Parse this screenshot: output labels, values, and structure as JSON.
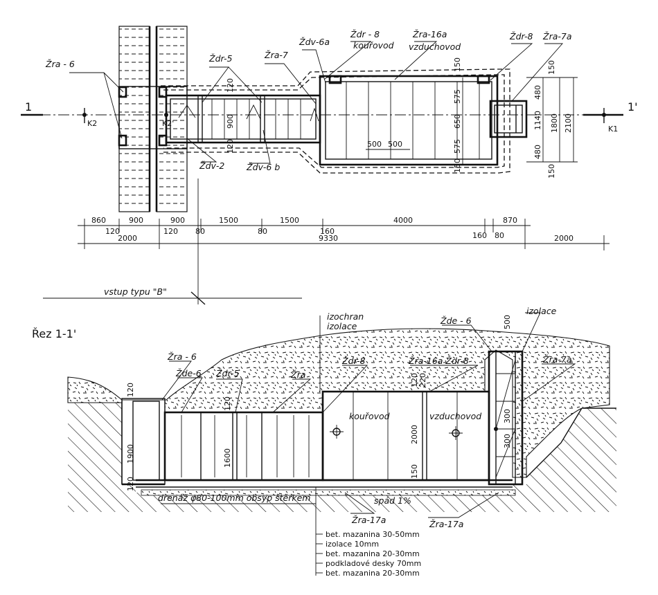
{
  "plan": {
    "section_marker_left": "1",
    "section_marker_right": "1'",
    "point_k1": "K1",
    "point_k2": "K2",
    "point_k2_prime": "K2'",
    "labels": {
      "zra6": "Žra - 6",
      "zdr5": "Ždr-5",
      "zra7": "Žra-7",
      "zdv6a": "Ždv-6a",
      "zdr8_left": "Ždr - 8",
      "kourovod": "kouřovod",
      "zra16a": "Žra-16a",
      "vzduchovod": "vzduchovod",
      "zdr8_right": "Ždr-8",
      "zra7a": "Žra-7a",
      "zdv2": "Ždv-2",
      "zdv6b": "Ždv-6 b"
    },
    "inner_dims": [
      "120",
      "900",
      "120",
      "500",
      "500",
      "150",
      "575",
      "650",
      "575",
      "150"
    ],
    "right_dims": [
      "150",
      "480",
      "1140",
      "480",
      "150",
      "1800",
      "2100"
    ],
    "dim_row1": [
      "860",
      "900",
      "900",
      "1500",
      "1500",
      "4000",
      "870"
    ],
    "dim_row1_small": [
      "120",
      "120",
      "80",
      "80",
      "160",
      "160",
      "80"
    ],
    "dim_row2": [
      "2000",
      "9330",
      "2000"
    ]
  },
  "entrance_label": "vstup typu \"B\"",
  "section": {
    "title": "Řez 1-1'",
    "labels": {
      "izochran": "izochran",
      "izolace_top": "izolace",
      "izolace_right": "izolace",
      "zde6_right": "Žde - 6",
      "zra6": "Žra - 6",
      "zde6_left": "Žde-6",
      "zdr5": "Ždr-5",
      "zra": "Žra",
      "zdr8": "Ždr-8",
      "zra16a_zdr8": "Žra-16a Ždr-8",
      "zra7a": "Žra-7a",
      "kourovod": "kouřovod",
      "vzduchovod": "vzduchovod",
      "drenaz": "drenáž φ80-100mm obsyp štěrkem",
      "spad": "spád 1%",
      "zra17a_left": "Žra-17a",
      "zra17a_right": "Žra-17a"
    },
    "dims": [
      "120",
      "1900",
      "120",
      "120",
      "1600",
      "120",
      "2000",
      "150",
      "220",
      "500",
      "300",
      "300"
    ]
  },
  "floor_layers": [
    "bet. mazanina 30-50mm",
    "izolace 10mm",
    "bet. mazanina 20-30mm",
    "podkladové desky 70mm",
    "bet. mazanina 20-30mm"
  ]
}
